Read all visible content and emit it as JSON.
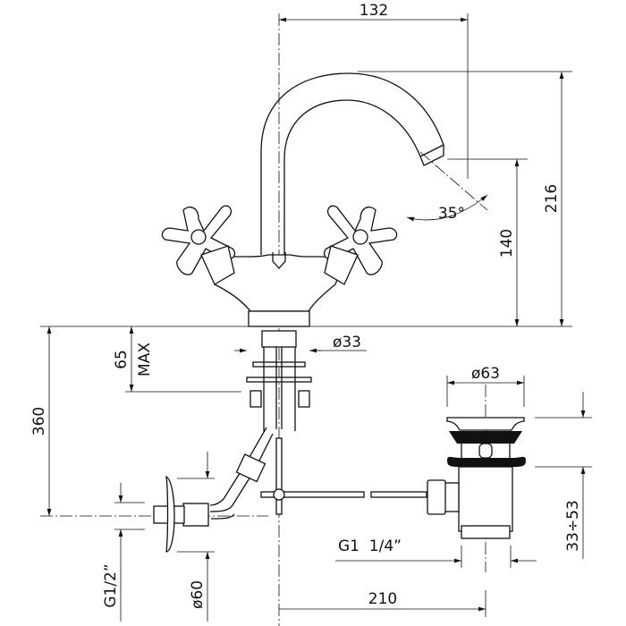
{
  "drawing": {
    "title": "Basin mixer with pop-up waste - technical dimensions",
    "dimensions": {
      "spout_reach": "132",
      "total_height": "216",
      "spout_height": "140",
      "spout_angle": "35°",
      "deck_thickness": "65",
      "deck_thickness_note": "MAX",
      "shank_diameter": "ø33",
      "supply_length": "360",
      "waste_diameter": "ø63",
      "waste_range": "33÷53",
      "waste_thread": "G1  1/4”",
      "supply_thread": "G1/2”",
      "rosette_diameter": "ø60",
      "rod_length": "210"
    },
    "colors": {
      "line": "#111111",
      "background": "#ffffff"
    }
  }
}
